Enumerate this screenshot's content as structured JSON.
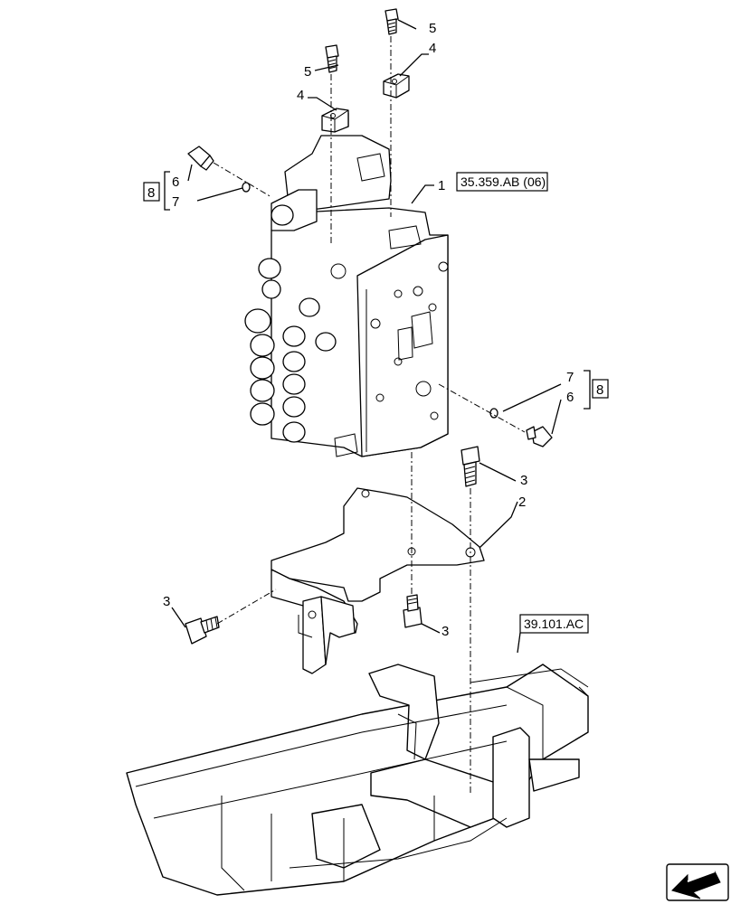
{
  "callouts": {
    "c1": "1",
    "c2": "2",
    "c3a": "3",
    "c3b": "3",
    "c3c": "3",
    "c4a": "4",
    "c4b": "4",
    "c5a": "5",
    "c5b": "5",
    "c6a": "6",
    "c6b": "6",
    "c7a": "7",
    "c7b": "7",
    "c8a": "8",
    "c8b": "8"
  },
  "references": {
    "valve_ref": "35.359.AB (06)",
    "frame_ref": "39.101.AC"
  },
  "icons": {
    "nav": "next-page-arrow-icon"
  }
}
